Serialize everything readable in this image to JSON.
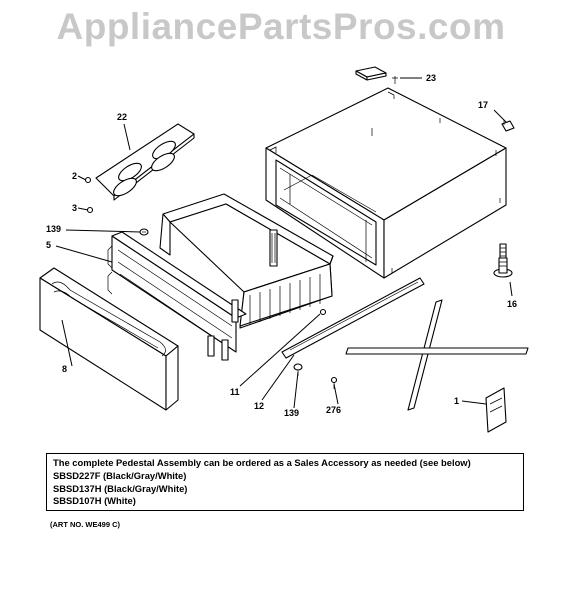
{
  "watermark": "AppliancePartsPros.com",
  "callouts": {
    "c23": "23",
    "c17": "17",
    "c22": "22",
    "c2": "2",
    "c3": "3",
    "c139a": "139",
    "c5": "5",
    "c16": "16",
    "c8": "8",
    "c11": "11",
    "c12": "12",
    "c139b": "139",
    "c276": "276",
    "c1": "1"
  },
  "note": {
    "line1": "The complete Pedestal Assembly can be ordered as a Sales Accessory as needed (see below)",
    "line2": "SBSD227F (Black/Gray/White)",
    "line3": "SBSD137H (Black/Gray/White)",
    "line4": "SBSD107H (White)"
  },
  "art_number": "(ART NO. WE499 C)"
}
